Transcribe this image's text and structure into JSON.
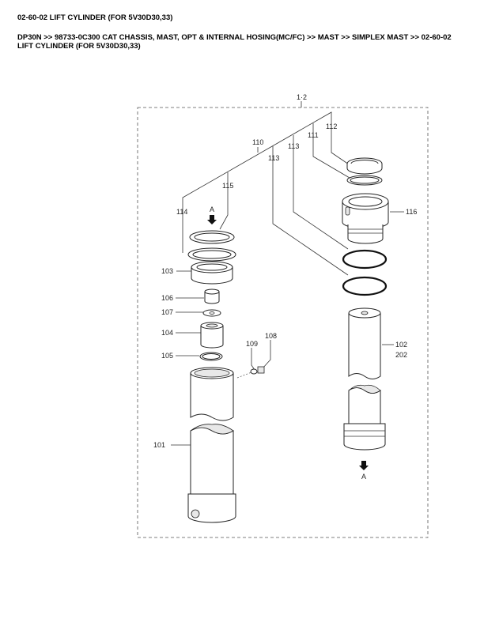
{
  "header": {
    "title": "02-60-02 LIFT CYLINDER (FOR 5V30D30,33)",
    "breadcrumb": "DP30N >> 98733-0C300 CAT CHASSIS, MAST, OPT & INTERNAL HOSING(MC/FC) >> MAST >> SIMPLEX MAST >> 02-60-02 LIFT CYLINDER (FOR 5V30D30,33)"
  },
  "diagram": {
    "assembly_label": "1·2",
    "callouts": {
      "c101": "101",
      "c102": "102",
      "c202": "202",
      "c103": "103",
      "c104": "104",
      "c105": "105",
      "c106": "106",
      "c107": "107",
      "c108": "108",
      "c109": "109",
      "c110": "110",
      "c111": "111",
      "c112": "112",
      "c113a": "113",
      "c113b": "113",
      "c114": "114",
      "c115": "115",
      "c116": "116"
    },
    "view_marker_top": "A",
    "view_marker_bottom": "A"
  }
}
